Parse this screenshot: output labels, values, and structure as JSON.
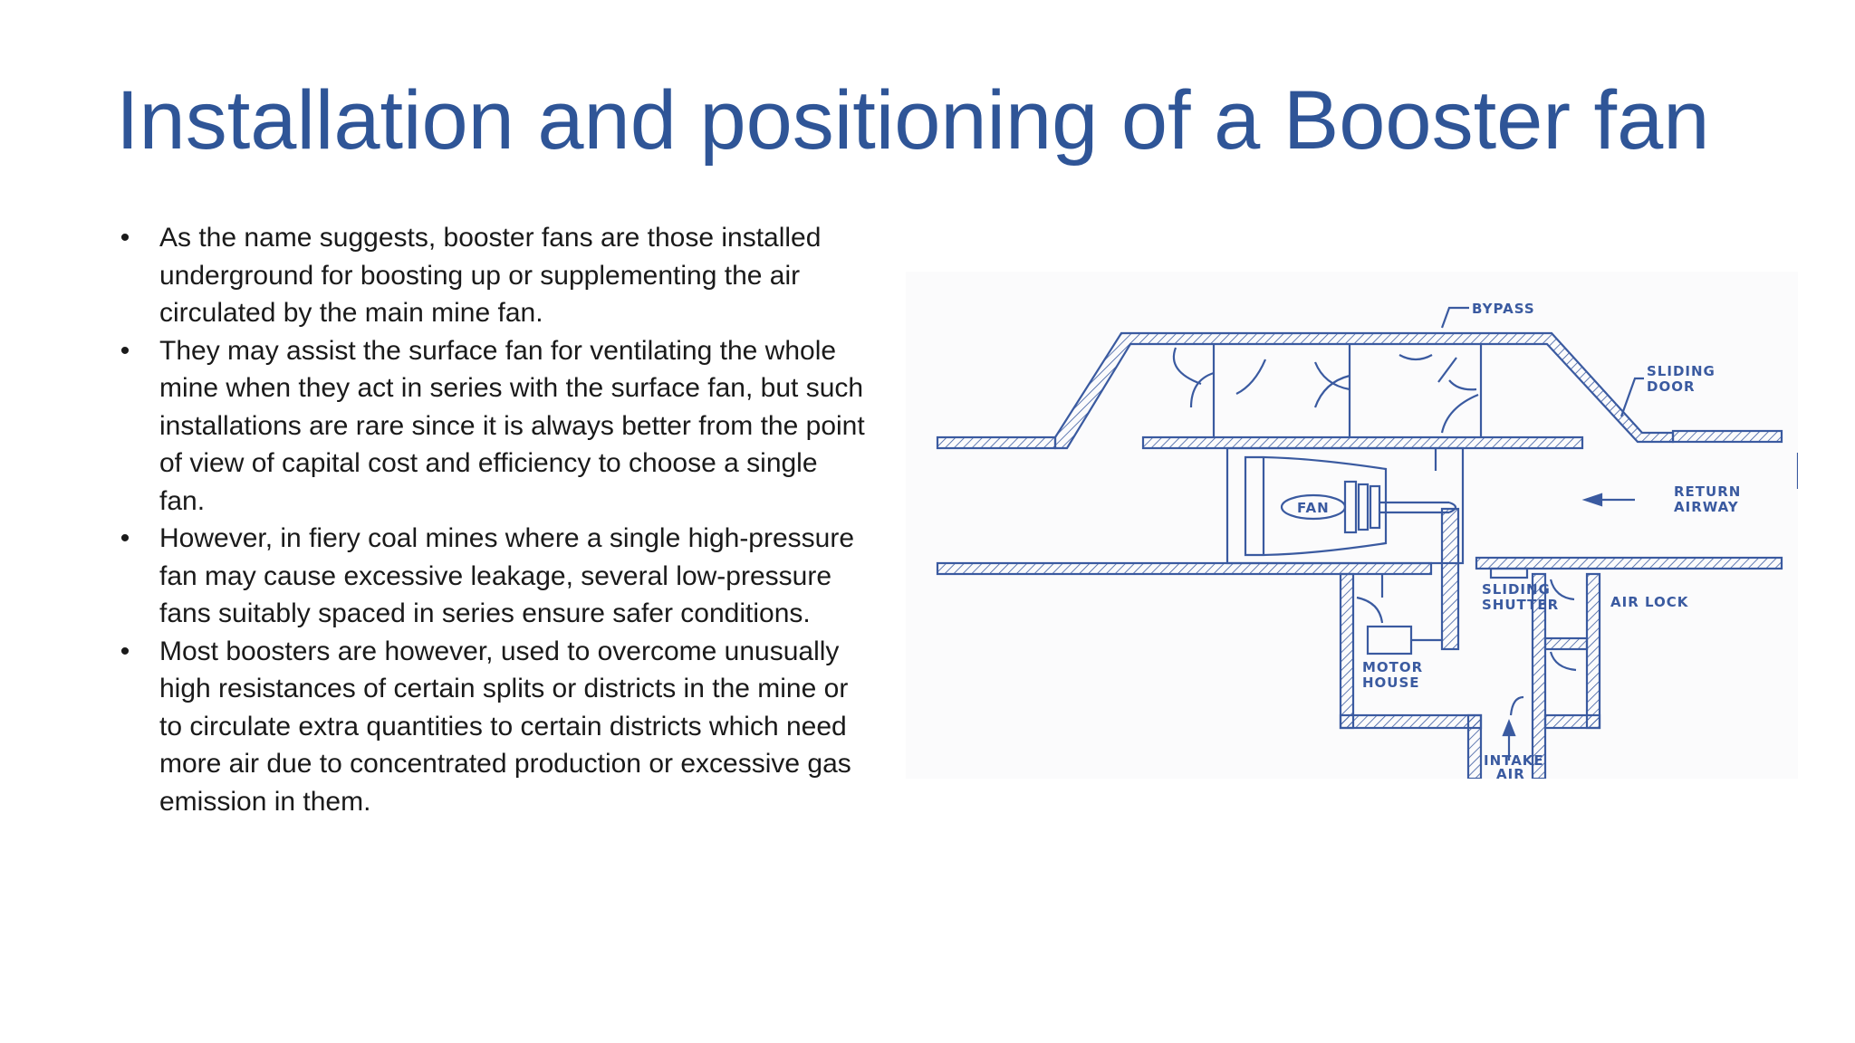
{
  "title": "Installation and positioning of a Booster fan",
  "bullets": [
    "As the name suggests, booster fans are those installed underground for boosting up or supplementing the air circulated by the main mine fan.",
    "They may assist the surface fan for ventilating the whole mine when they act in series with the surface fan, but such installations are rare since it is always better from the point of view of capital cost and efficiency to choose a single fan.",
    "However, in fiery coal mines where a single high-pressure fan may cause excessive leakage, several low-pressure fans suitably spaced in series ensure safer conditions.",
    "Most boosters are however, used to overcome unusually high resistances of certain splits or districts in the mine or to circulate extra quantities to certain districts which need more air due to concentrated production or excessive gas emission in them."
  ],
  "bullet_symbol": "•",
  "diagram": {
    "labels": {
      "bypass": "BYPASS",
      "sliding_door_1": "SLIDING",
      "sliding_door_2": "DOOR",
      "return_1": "RETURN",
      "return_2": "AIRWAY",
      "fan": "FAN",
      "sliding_shutter_1": "SLIDING",
      "sliding_shutter_2": "SHUTTER",
      "air_lock": "AIR LOCK",
      "motor_house_1": "MOTOR",
      "motor_house_2": "HOUSE",
      "intake_1": "INTAKE",
      "intake_2": "AIR"
    },
    "colors": {
      "ink": "#3a5aa0",
      "title": "#2f5597"
    }
  }
}
